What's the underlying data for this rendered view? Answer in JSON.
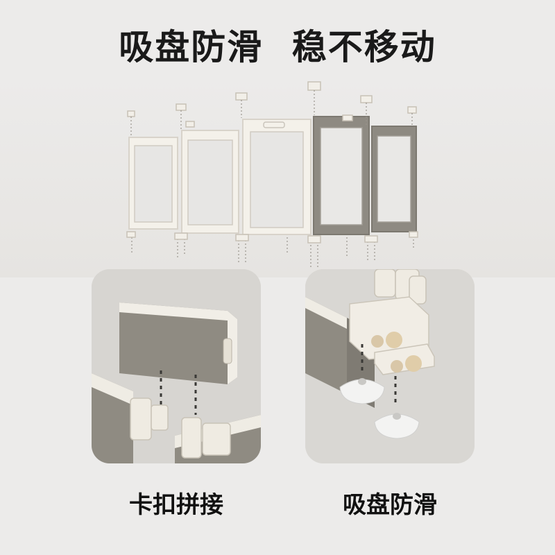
{
  "headline": "吸盘防滑 稳不移动",
  "features": [
    {
      "caption": "卡扣拼接",
      "icon": "buckle-joint-closeup"
    },
    {
      "caption": "吸盘防滑",
      "icon": "suction-cup-closeup"
    }
  ],
  "colors": {
    "background": "#ecebea",
    "frame_cream": "#f4f1ea",
    "frame_gray": "#8e8a82",
    "text": "#1a1a1a"
  }
}
